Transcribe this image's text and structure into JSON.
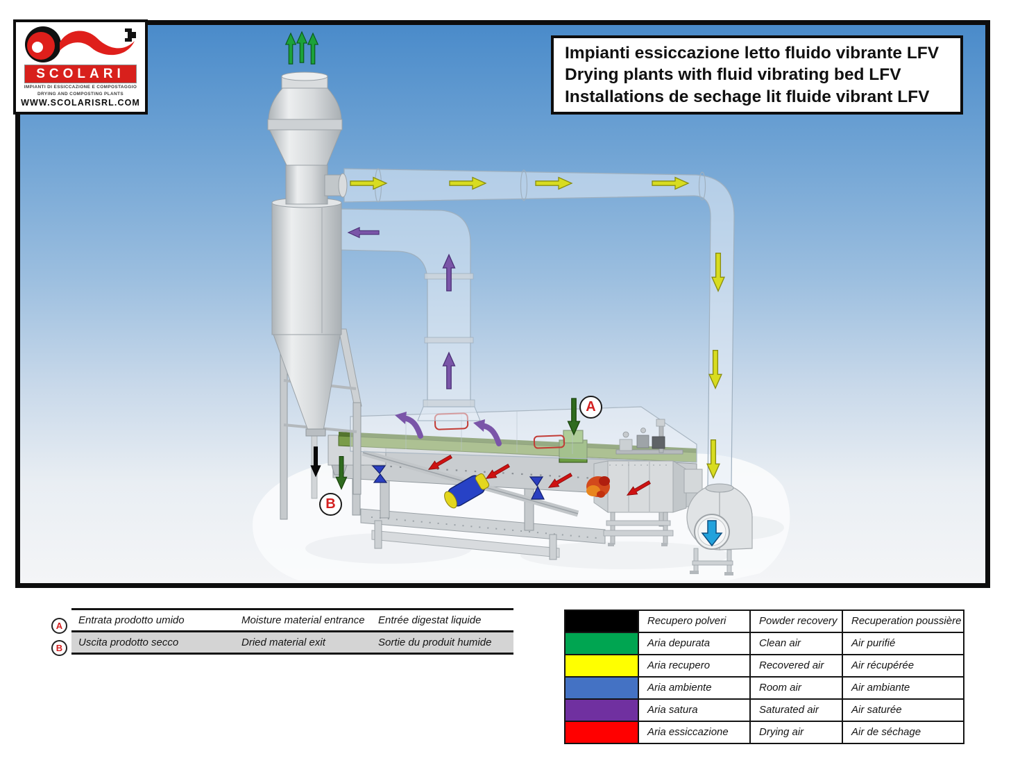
{
  "logo_box": {
    "brand": "SCOLARI",
    "brand_bg": "#d8201c",
    "tagline_it": "IMPIANTI DI ESSICCAZIONE E COMPOSTAGGIO",
    "tagline_en": "DRYING AND COMPOSTING PLANTS",
    "website": "WWW.SCOLARISRL.COM"
  },
  "title_box": {
    "line_it": "Impianti essiccazione letto fluido vibrante LFV",
    "line_en": "Drying plants with fluid vibrating bed LFV",
    "line_fr": "Installations de sechage lit fluide vibrant LFV"
  },
  "diagram": {
    "marker_a": "A",
    "marker_b": "B",
    "flow_colors": {
      "powder_recovery": "#0a0a0a",
      "clean_air": "#1ca23a",
      "recovered_air": "#d8dc20",
      "room_air": "#23a2dc",
      "saturated_air": "#7a55a8",
      "drying_air": "#ce1212",
      "product": "#2f6b1f"
    }
  },
  "io_table": {
    "rows": [
      {
        "marker": "A",
        "it": "Entrata prodotto umido",
        "en": "Moisture material entrance",
        "fr": "Entrée digestat liquide"
      },
      {
        "marker": "B",
        "it": "Uscita prodotto secco",
        "en": "Dried material exit",
        "fr": "Sortie du produit humide"
      }
    ]
  },
  "legend": {
    "rows": [
      {
        "color": "#000000",
        "it": "Recupero polveri",
        "en": "Powder recovery",
        "fr": "Recuperation poussière"
      },
      {
        "color": "#00a551",
        "it": "Aria depurata",
        "en": "Clean air",
        "fr": "Air purifié"
      },
      {
        "color": "#ffff00",
        "it": "Aria recupero",
        "en": "Recovered air",
        "fr": "Air récupérée"
      },
      {
        "color": "#4472c4",
        "it": "Aria ambiente",
        "en": "Room air",
        "fr": "Air ambiante"
      },
      {
        "color": "#7030a0",
        "it": "Aria satura",
        "en": "Saturated air",
        "fr": "Air saturée"
      },
      {
        "color": "#ff0000",
        "it": "Aria essiccazione",
        "en": "Drying air",
        "fr": "Air de séchage"
      }
    ]
  }
}
